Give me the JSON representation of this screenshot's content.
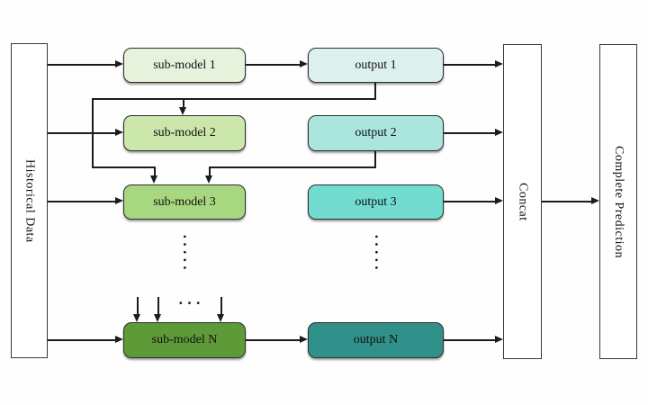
{
  "nodes": {
    "historical_data": {
      "label": "Historical Data",
      "fill": "#ffffff"
    },
    "sub_models": [
      {
        "label": "sub-model 1",
        "fill": "#e7f2dd"
      },
      {
        "label": "sub-model 2",
        "fill": "#cce7ac"
      },
      {
        "label": "sub-model 3",
        "fill": "#a7d77e"
      },
      {
        "label": "sub-model N",
        "fill": "#5f9a39"
      }
    ],
    "outputs": [
      {
        "label": "output 1",
        "fill": "#dcf0ee"
      },
      {
        "label": "output 2",
        "fill": "#aae6de"
      },
      {
        "label": "output 3",
        "fill": "#72dcd1"
      },
      {
        "label": "output N",
        "fill": "#2f9189"
      }
    ],
    "concat": {
      "label": "Concat",
      "fill": "#ffffff"
    },
    "complete_prediction": {
      "label": "Complete Prediction",
      "fill": "#ffffff"
    }
  },
  "ellipsis": {
    "vertical": "·····",
    "horizontal": "···"
  },
  "colors": {
    "line": "#1c1c1c",
    "box_border": "#2e2e2e",
    "background": "#fefefe",
    "text": "#111111"
  }
}
